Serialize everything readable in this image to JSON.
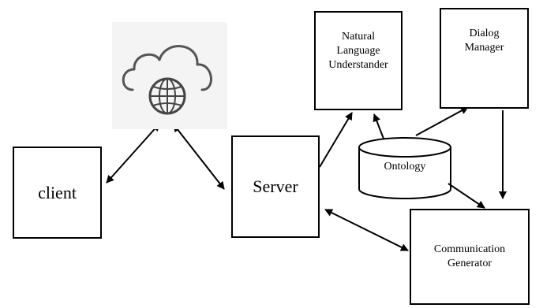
{
  "nodes": {
    "client": "client",
    "server": "Server",
    "nlu": [
      "Natural",
      "Language",
      "Understander"
    ],
    "dialog_manager": [
      "Dialog",
      "Manager"
    ],
    "ontology": "Ontology",
    "communication_generator": [
      "Communication",
      "Generator"
    ]
  },
  "icons": {
    "cloud": "cloud-globe-icon"
  },
  "colors": {
    "stroke": "#000000",
    "background": "#ffffff",
    "cloud_tile": "#f4f4f4"
  },
  "edges": [
    {
      "from": "client",
      "to": "cloud",
      "direction": "both"
    },
    {
      "from": "cloud",
      "to": "server",
      "direction": "both"
    },
    {
      "from": "server",
      "to": "nlu",
      "direction": "forward"
    },
    {
      "from": "ontology",
      "to": "nlu",
      "direction": "forward"
    },
    {
      "from": "ontology",
      "to": "dialog_manager",
      "direction": "forward"
    },
    {
      "from": "dialog_manager",
      "to": "communication_generator",
      "direction": "forward"
    },
    {
      "from": "ontology",
      "to": "communication_generator",
      "direction": "forward"
    },
    {
      "from": "communication_generator",
      "to": "server",
      "direction": "both"
    }
  ]
}
